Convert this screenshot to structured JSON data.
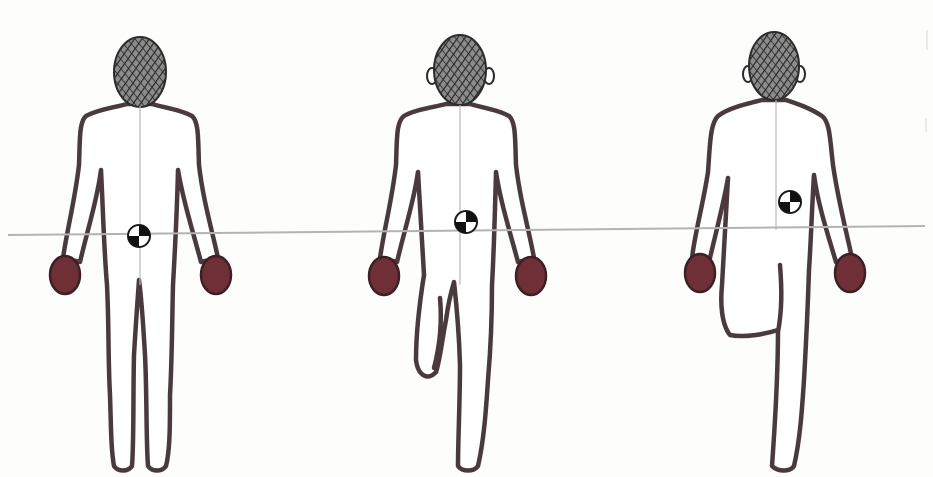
{
  "colors": {
    "outline": "#4a3a3d",
    "hand_fill": "#6e2f36",
    "head_hatch": "#2a2a2a",
    "reference_line": "#b3b3b3",
    "marker_dark": "#111111"
  },
  "figures": [
    {
      "name": "figure-standing",
      "legs": "both-straight",
      "center_of_mass_marker": "center-of-mass-icon"
    },
    {
      "name": "figure-left-knee-bent",
      "legs": "left-knee-flexed",
      "center_of_mass_marker": "center-of-mass-icon"
    },
    {
      "name": "figure-left-hip-raised",
      "legs": "left-leg-lifted-high",
      "center_of_mass_marker": "center-of-mass-icon"
    }
  ],
  "reference_line": {
    "description_icon": "horizontal-reference-line"
  }
}
